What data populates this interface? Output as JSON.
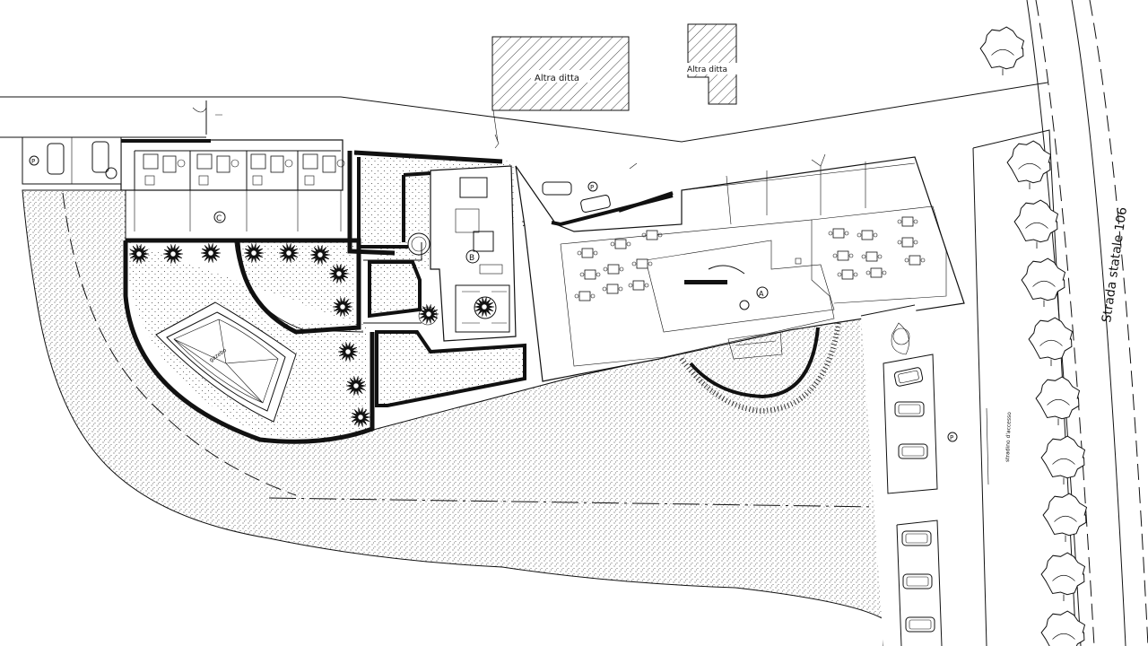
{
  "buildings": {
    "other_owner_left": "Altra ditta",
    "other_owner_right": "Altra ditta"
  },
  "road": {
    "name": "Strada statale 106",
    "access_lane": "stradino d'accesso"
  },
  "zones": {
    "main_hall": "A",
    "annex": "B",
    "rooms_block": "C",
    "parking_top": "P",
    "parking_left": "P",
    "parking_right": "P"
  },
  "pavilion": {
    "label": "gazebo"
  }
}
